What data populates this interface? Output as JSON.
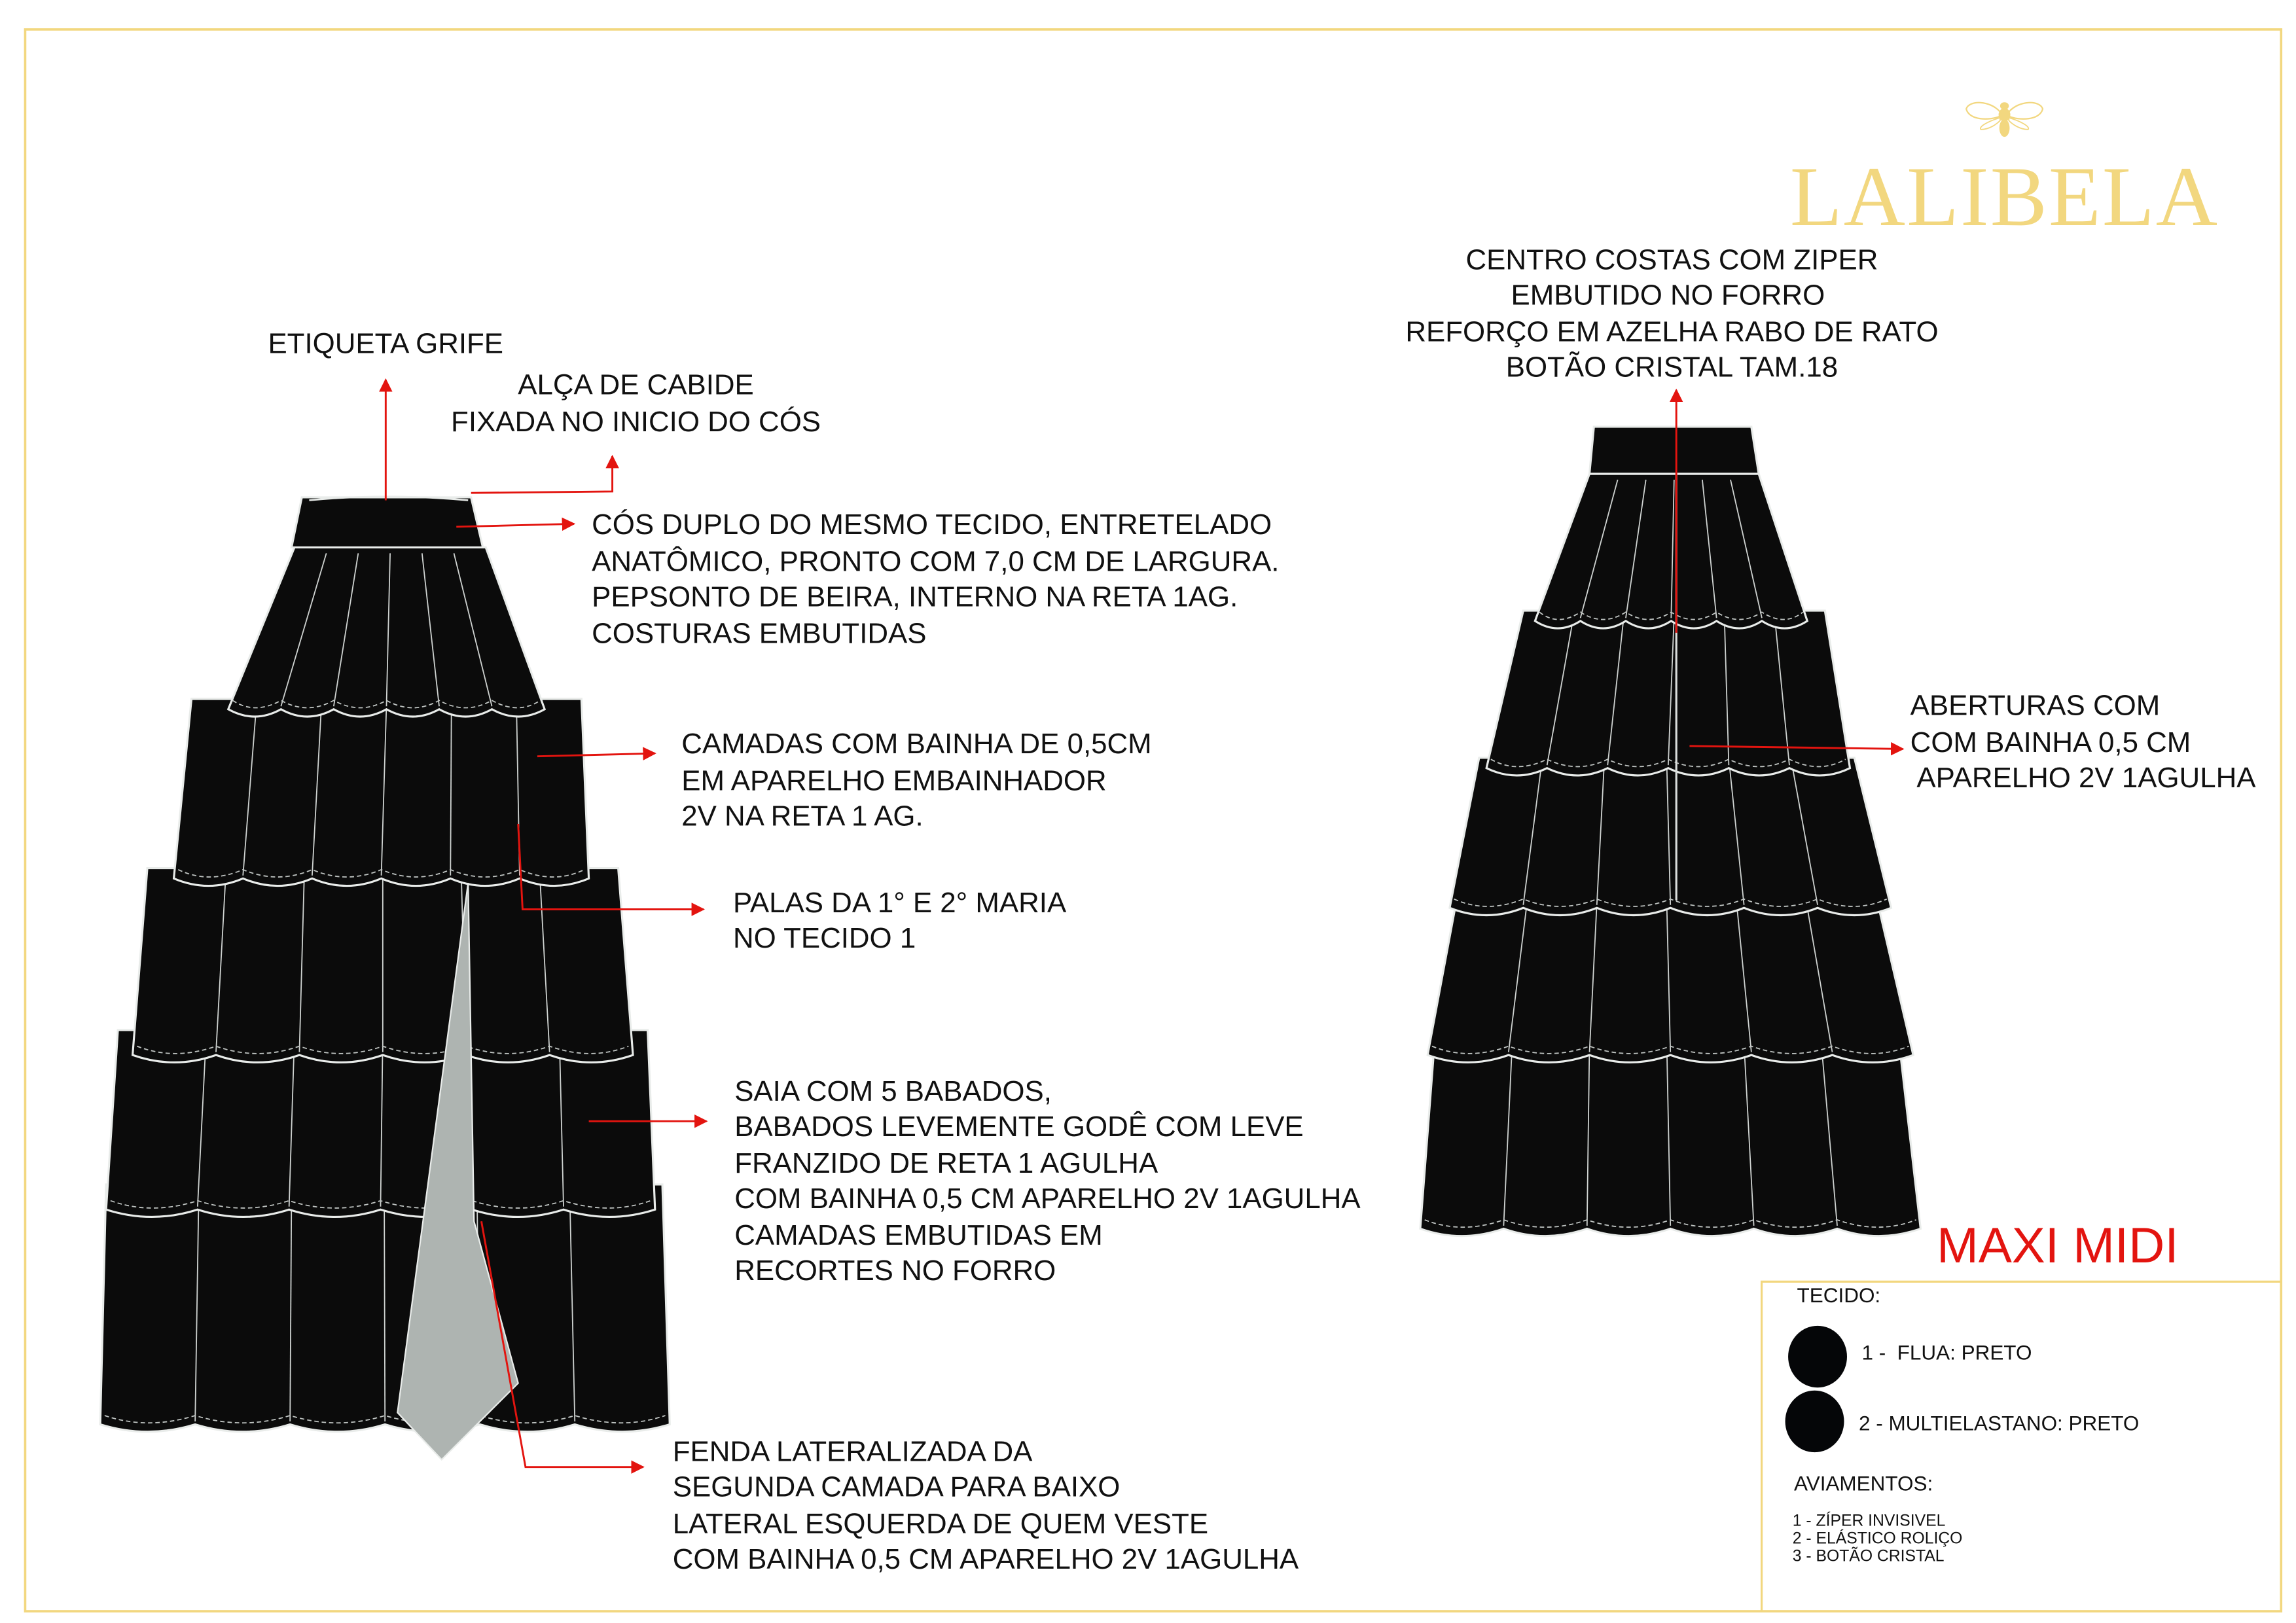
{
  "brand": {
    "name": "LALIBELA",
    "icon": "bee-icon",
    "color": "#f2d77f"
  },
  "accent_color": "#e3140f",
  "front_callouts": {
    "etiqueta": [
      "ETIQUETA GRIFE"
    ],
    "alca": [
      "ALÇA DE CABIDE",
      "FIXADA NO INICIO DO CÓS"
    ],
    "cos": [
      "CÓS DUPLO DO MESMO TECIDO, ENTRETELADO",
      "ANATÔMICO, PRONTO COM 7,0 CM DE LARGURA.",
      "PEPSONTO DE BEIRA, INTERNO NA RETA 1AG.",
      "COSTURAS EMBUTIDAS"
    ],
    "camadas": [
      "CAMADAS COM BAINHA DE 0,5CM",
      "EM APARELHO EMBAINHADOR",
      "2V NA  RETA 1 AG."
    ],
    "palas": [
      "PALAS DA 1° E 2° MARIA",
      "NO TECIDO 1"
    ],
    "saia": [
      "SAIA COM 5 BABADOS,",
      "BABADOS LEVEMENTE GODÊ COM LEVE",
      "FRANZIDO DE RETA 1 AGULHA",
      "COM BAINHA 0,5 CM APARELHO 2V 1AGULHA",
      "CAMADAS EMBUTIDAS EM",
      "RECORTES NO FORRO"
    ],
    "fenda": [
      "FENDA LATERALIZADA DA",
      "SEGUNDA CAMADA PARA BAIXO",
      "LATERAL ESQUERDA DE QUEM VESTE",
      "COM BAINHA 0,5 CM APARELHO 2V 1AGULHA"
    ]
  },
  "back_callouts": {
    "centro": [
      "CENTRO COSTAS COM ZIPER",
      "EMBUTIDO NO FORRO",
      "REFORÇO EM AZELHA RABO DE RATO",
      "BOTÃO CRISTAL TAM.18"
    ],
    "aberturas": [
      "ABERTURAS COM",
      "COM BAINHA 0,5 CM",
      " APARELHO 2V 1AGULHA"
    ]
  },
  "model_name": "MAXI MIDI",
  "legend": {
    "tecido_title": "TECIDO:",
    "tecidos": [
      {
        "label": "1 -  FLUA: PRETO",
        "color": "#050608"
      },
      {
        "label": "2 - MULTIELASTANO: PRETO",
        "color": "#050608"
      }
    ],
    "aviamentos_title": "AVIAMENTOS:",
    "aviamentos": [
      "1 - ZÍPER INVISIVEL",
      "2 - ELÁSTICO ROLIÇO",
      "3 - BOTÃO CRISTAL"
    ]
  }
}
